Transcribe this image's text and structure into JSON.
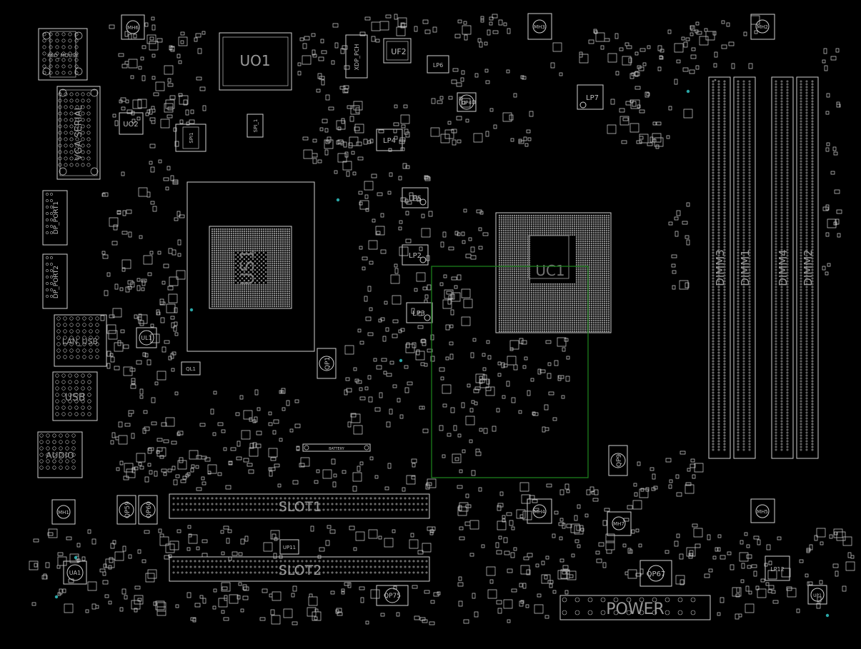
{
  "board": {
    "background": "#000000",
    "silkscreen_color": "#cfcfcf",
    "selection_color": "#1b7f1b",
    "via_color": "#2aa7a7"
  },
  "labels": {
    "uo1": "UO1",
    "uf2": "UF2",
    "xdp_pch": "XDP_PCH",
    "lp6": "LP6",
    "up4": "UP4",
    "lp7": "LP7",
    "lp4": "LP4",
    "lp5": "LP5",
    "lp2": "LP2",
    "lp3": "LP3",
    "ucpu": "UC1",
    "qp1": "QP1",
    "mh6": "MH6",
    "mh3": "MH3",
    "mh2": "MH2",
    "mh1": "MH1",
    "mh4": "MH4",
    "mh7": "MH7",
    "mh5": "MH5",
    "kbd_mouse": "KBD_MOUSE",
    "vga_serial": "VGA SERIAL",
    "uo2": "UO2",
    "spi1": "SPI1",
    "spi_1": "SPI_1",
    "us1": "US1",
    "dp_port1": "DP_PORT1",
    "dp_port2": "DP_PORT2",
    "lan_usb": "LAN_USB",
    "ul1": "UL1",
    "ql1": "QL1",
    "usb": "USB",
    "audio": "AUDIO",
    "qp59": "QP59",
    "qp60": "QP60",
    "ua1": "UA1",
    "slot1": "SLOT1",
    "slot2": "SLOT2",
    "up11": "UP11",
    "qp75": "QP75",
    "battery": "BATTERY",
    "qp9": "QP9",
    "qp67": "QP67",
    "power": "POWER",
    "lp12": "LP12",
    "up1": "UP1",
    "dimm3": "DIMM3",
    "dimm1": "DIMM1",
    "dimm4": "DIMM4",
    "dimm2": "DIMM2"
  }
}
